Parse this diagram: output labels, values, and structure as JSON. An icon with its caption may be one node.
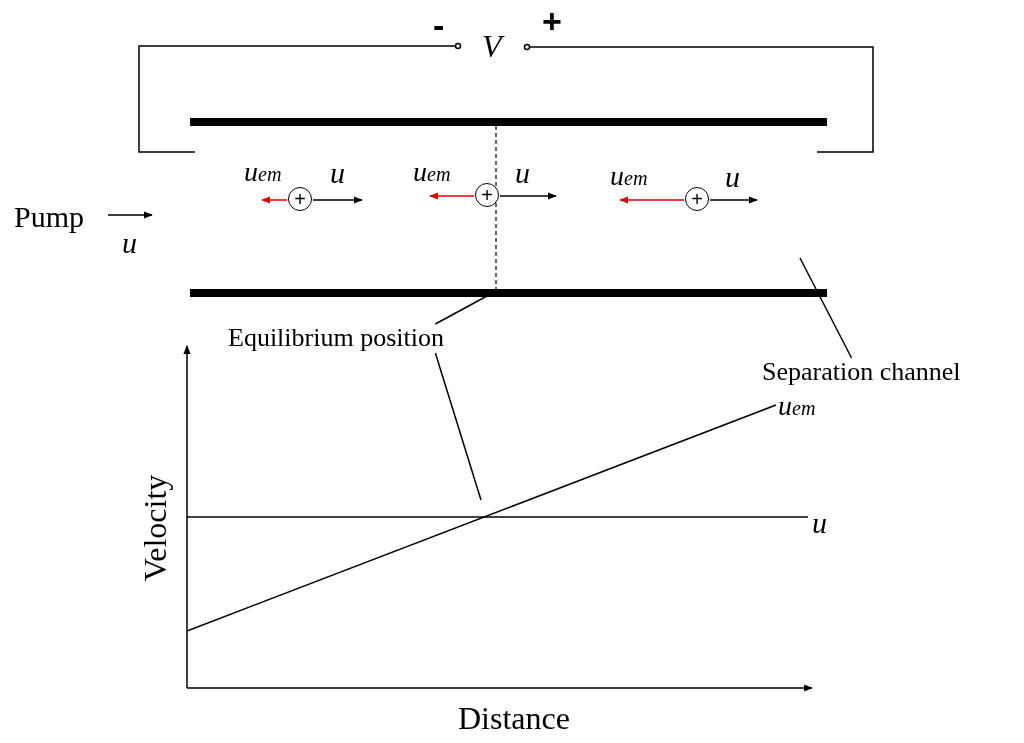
{
  "diagram": {
    "nodes": [
      {
        "text": [
          "Equilibrium position"
        ]
      },
      {
        "text": [
          "Separation channel"
        ]
      },
      {
        "text": [
          "+"
        ]
      },
      {
        "text": [
          "+"
        ]
      },
      {
        "text": [
          "+"
        ]
      }
    ],
    "edges": [
      {
        "from": 0,
        "to": null,
        "arrow": "none"
      },
      {
        "from": 0,
        "to": null,
        "arrow": "none"
      },
      {
        "from": 1,
        "to": null,
        "arrow": "none"
      }
    ],
    "labels": [
      "-",
      "V",
      "+",
      "u$_{em}$",
      "u",
      "u$_{em}$",
      "u",
      "u$_{em}$",
      "u",
      "Pump",
      "u",
      "u$_{em}$",
      "Velocity",
      "u",
      "Distance"
    ]
  }
}
